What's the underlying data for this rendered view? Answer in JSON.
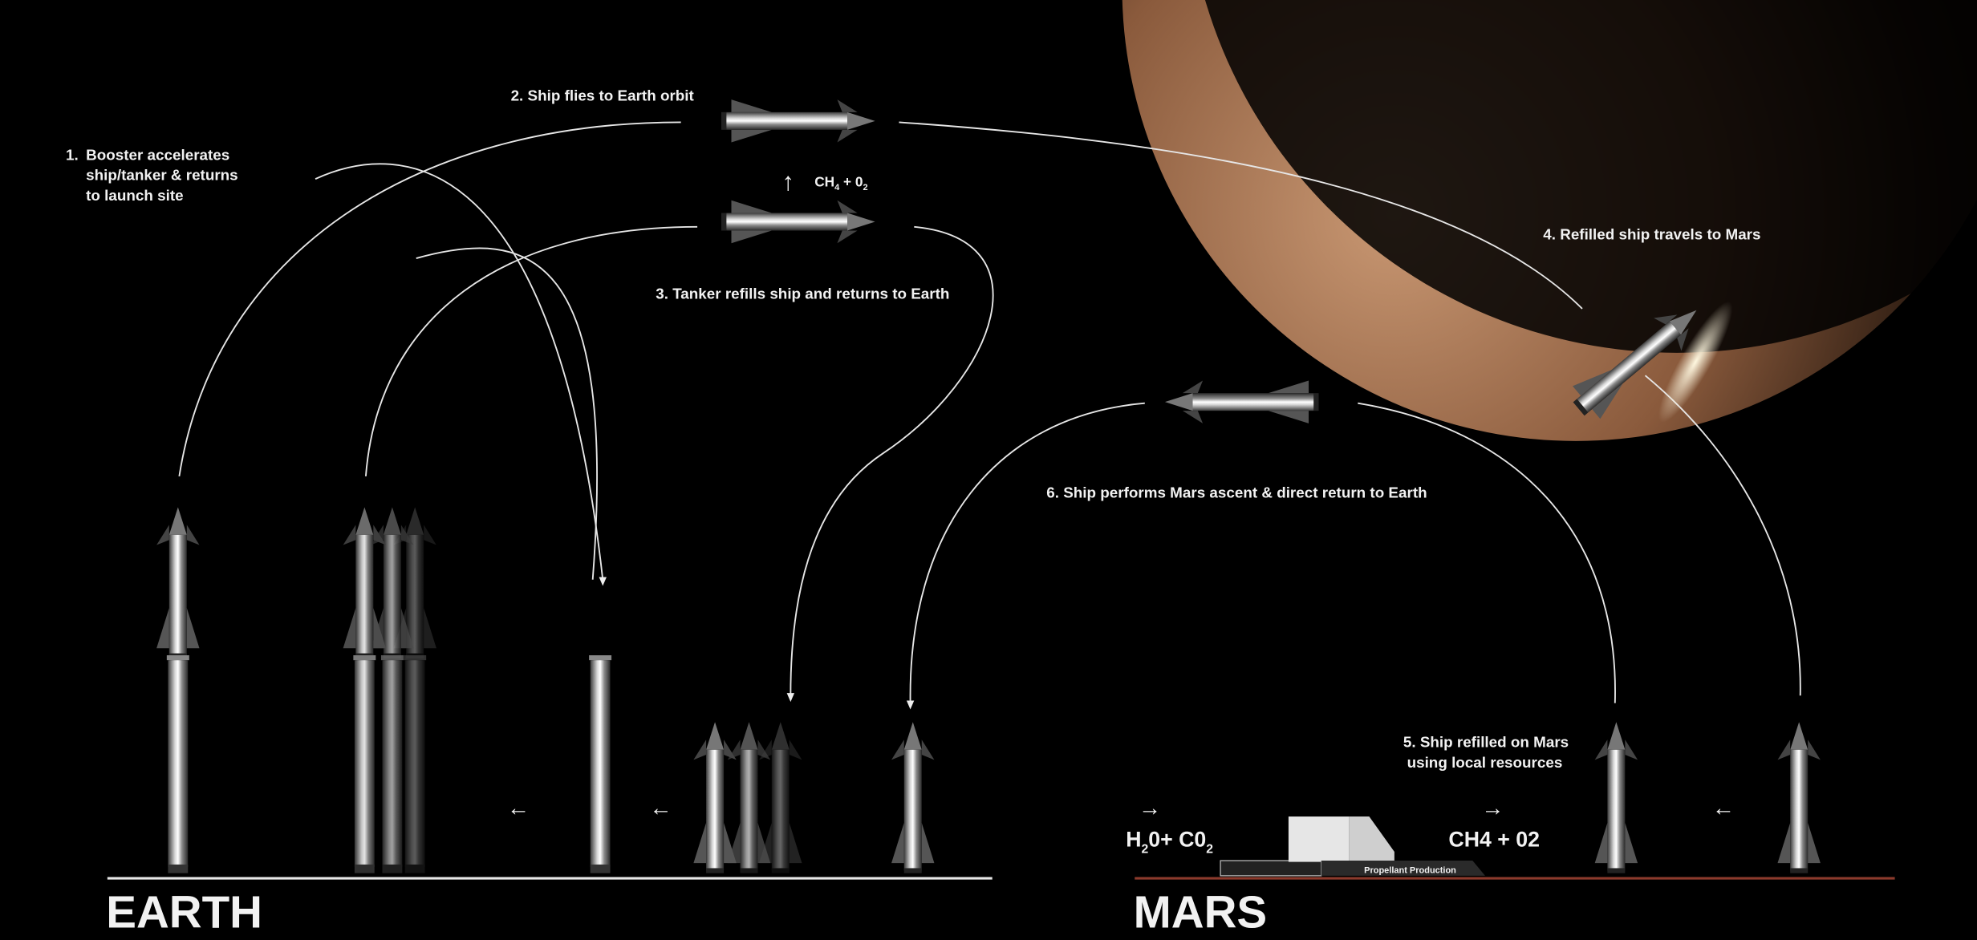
{
  "steps": {
    "step1": [
      "1.",
      "Booster accelerates",
      "ship/tanker & returns",
      "to launch site"
    ],
    "step2": "2. Ship flies to Earth orbit",
    "step3": "3. Tanker refills ship and returns to Earth",
    "step4": "4. Refilled ship travels to Mars",
    "step5": [
      "5. Ship refilled on Mars",
      "using local resources"
    ],
    "step6": "6. Ship performs Mars ascent & direct return to Earth"
  },
  "orbit_transfer": {
    "arrow": "↑",
    "a": "CH",
    "s1": "4",
    "b": " + 0",
    "s2": "2"
  },
  "mars_inputs": {
    "arrow": "→",
    "a": "H",
    "s1": "2",
    "b": "0+ C0",
    "s2": "2"
  },
  "mars_outputs": {
    "arrow": "→",
    "text": "CH4 + 02"
  },
  "plant_label": "Propellant Production",
  "earth_arrows": [
    "←",
    "←"
  ],
  "mars_arrow": "←",
  "labels": {
    "earth": "EARTH",
    "mars": "MARS"
  },
  "colors": {
    "background": "#000000",
    "earth_ground": "#e8e8e8",
    "mars_ground": "#8c3a2c",
    "mars_surface": "#b07a55"
  }
}
